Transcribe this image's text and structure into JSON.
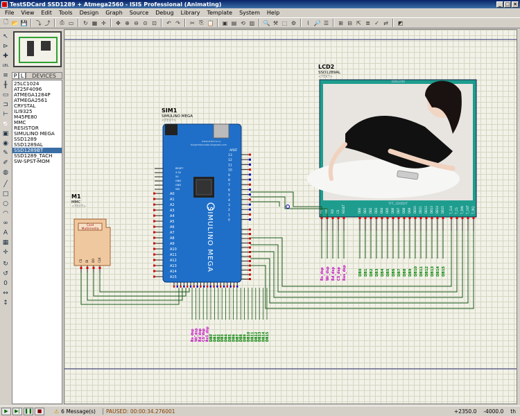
{
  "window": {
    "title": "TestSDCard SSD1289 + Atmega2560 - ISIS Professional (Animating)"
  },
  "menu": [
    "File",
    "View",
    "Edit",
    "Tools",
    "Design",
    "Graph",
    "Source",
    "Debug",
    "Library",
    "Template",
    "System",
    "Help"
  ],
  "device_panel": {
    "tab_p": "P",
    "tab_l": "L",
    "title": "DEVICES",
    "items": [
      "25LC1024",
      "AT25F4096",
      "ATMEGA1284P",
      "ATMEGA2561",
      "CRYSTAL",
      "ILI9325",
      "M45PE80",
      "MMC",
      "RESISTOR",
      "SIMULINO MEGA",
      "SSD1289",
      "SSD1289AL",
      "SSD1289BT",
      "SSD1289_TACH",
      "SW-SPST-MOM"
    ],
    "selected": "SSD1289BT"
  },
  "schematic": {
    "lcd": {
      "ref": "LCD2",
      "part": "SSD1289AL",
      "text": "<TEXT>",
      "resolution": "320x240",
      "model": "TFT_320QVT",
      "pins_left": [
        "RS",
        "WR",
        "RD",
        "CS",
        "RESET"
      ],
      "pins_data": [
        "DB0",
        "DB1",
        "DB2",
        "DB3",
        "DB4",
        "DB5",
        "DB6",
        "DB7",
        "DB8",
        "DB9",
        "DB10",
        "DB11",
        "DB12",
        "DB13",
        "DB14",
        "DB15"
      ],
      "pins_right": [
        "T_CLK",
        "T_CS",
        "T_DIN",
        "T_OUT",
        "T_IRQ"
      ],
      "net_labels": [
        "Rs_dsp",
        "Wr_dsp",
        "Rd_dsp",
        "CS_dsp",
        "Res_dsp"
      ]
    },
    "sim": {
      "ref": "SIM1",
      "part": "SIMULINO MEGA",
      "text": "<TEXT>",
      "brand": "SIMULINO MEGA",
      "url1": "www.arduino.cc",
      "url2": "blogembarcado.blogspot.com",
      "aref": "AREF",
      "analog_pins": [
        "A0",
        "A1",
        "A2",
        "A3",
        "A4",
        "A5",
        "A6",
        "A7",
        "A8",
        "A9",
        "A10",
        "A11",
        "A12",
        "A13",
        "A14",
        "A15"
      ],
      "digital_pins": [
        "13",
        "12",
        "11",
        "10",
        "9",
        "8",
        "7",
        "6",
        "5",
        "4",
        "3",
        "2",
        "1",
        "0"
      ],
      "power_labels": [
        "RESET",
        "3.3V",
        "5V",
        "GND",
        "GND",
        "VIN"
      ]
    },
    "mmc": {
      "ref": "M1",
      "part": "MMC",
      "text": "<TEXT>",
      "label": "Card\nMultimedia",
      "pins": [
        "CS",
        "DI",
        "DO",
        "CLK"
      ]
    },
    "bottom_net_labels": [
      "Rs_dsp",
      "Wr_dsp",
      "Rd_dsp",
      "CS_dsp",
      "Res_dsp",
      "DB0",
      "DB1",
      "DB2",
      "DB3",
      "DB4",
      "DB5",
      "DB6",
      "DB7",
      "DB8",
      "DB9",
      "DB10",
      "DB11",
      "DB12",
      "DB13",
      "DB14",
      "DB15"
    ],
    "lcd_bottom_net_labels": [
      "DB0",
      "DB1",
      "DB2",
      "DB3",
      "DB4",
      "DB5",
      "DB6",
      "DB7",
      "DB8",
      "DB9",
      "DB10",
      "DB11",
      "DB12",
      "DB13",
      "DB14",
      "DB15"
    ]
  },
  "status": {
    "messages": "6 Message(s)",
    "paused": "PAUSED: 00:00:34.276001",
    "x": "+2350.0",
    "y": "-4000.0",
    "unit": "th"
  },
  "colors": {
    "arduino_blue": "#1f6fc8",
    "lcd_green": "#1e9d8f",
    "wire_green": "#1a5a1a",
    "net_label_pink": "#c000c0",
    "net_label_green": "#008000",
    "selected_blue": "#3a6ea5"
  }
}
